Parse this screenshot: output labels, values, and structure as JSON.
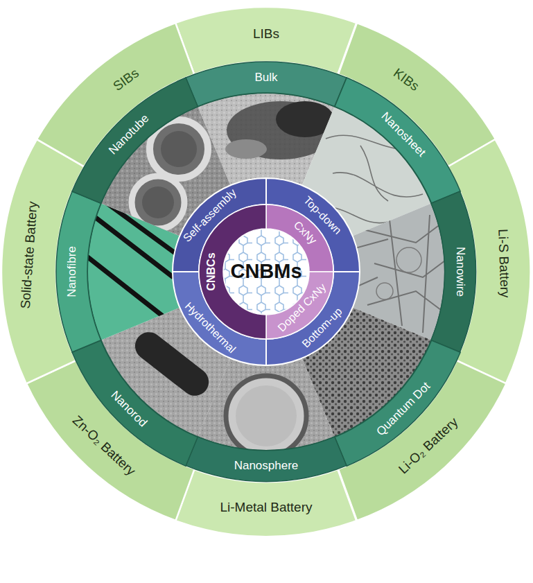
{
  "diagram": {
    "nodes": [
      {
        "text": [
          "LIBs"
        ]
      },
      {
        "text": [
          "KIBs"
        ]
      },
      {
        "text": [
          "Li-S Battery"
        ]
      },
      {
        "text": [
          "Li-O₂ Battery"
        ]
      },
      {
        "text": [
          "Li-Metal Battery"
        ]
      },
      {
        "text": [
          "Zn-O₂ Battery"
        ]
      },
      {
        "text": [
          "Solid-state Battery"
        ]
      },
      {
        "text": [
          "SIBs"
        ]
      },
      {
        "text": [
          "Bulk"
        ]
      },
      {
        "text": [
          "Nanosheet"
        ]
      },
      {
        "text": [
          "Nanowire"
        ]
      },
      {
        "text": [
          "Quantum Dot"
        ]
      },
      {
        "text": [
          "Nanosphere"
        ]
      },
      {
        "text": [
          "Nanorod"
        ]
      },
      {
        "text": [
          "Nanofibre"
        ]
      },
      {
        "text": [
          "Nanotube"
        ]
      },
      {
        "text": [
          "Top-down"
        ]
      },
      {
        "text": [
          "Bottom-up"
        ]
      },
      {
        "text": [
          "Hydrothermal"
        ]
      },
      {
        "text": [
          "Self-assembly"
        ]
      },
      {
        "text": [
          "CxNy"
        ]
      },
      {
        "text": [
          "Doped CxNy"
        ]
      },
      {
        "text": [
          "CNBCs"
        ]
      },
      {
        "text": [
          "CNBMs"
        ]
      }
    ]
  }
}
